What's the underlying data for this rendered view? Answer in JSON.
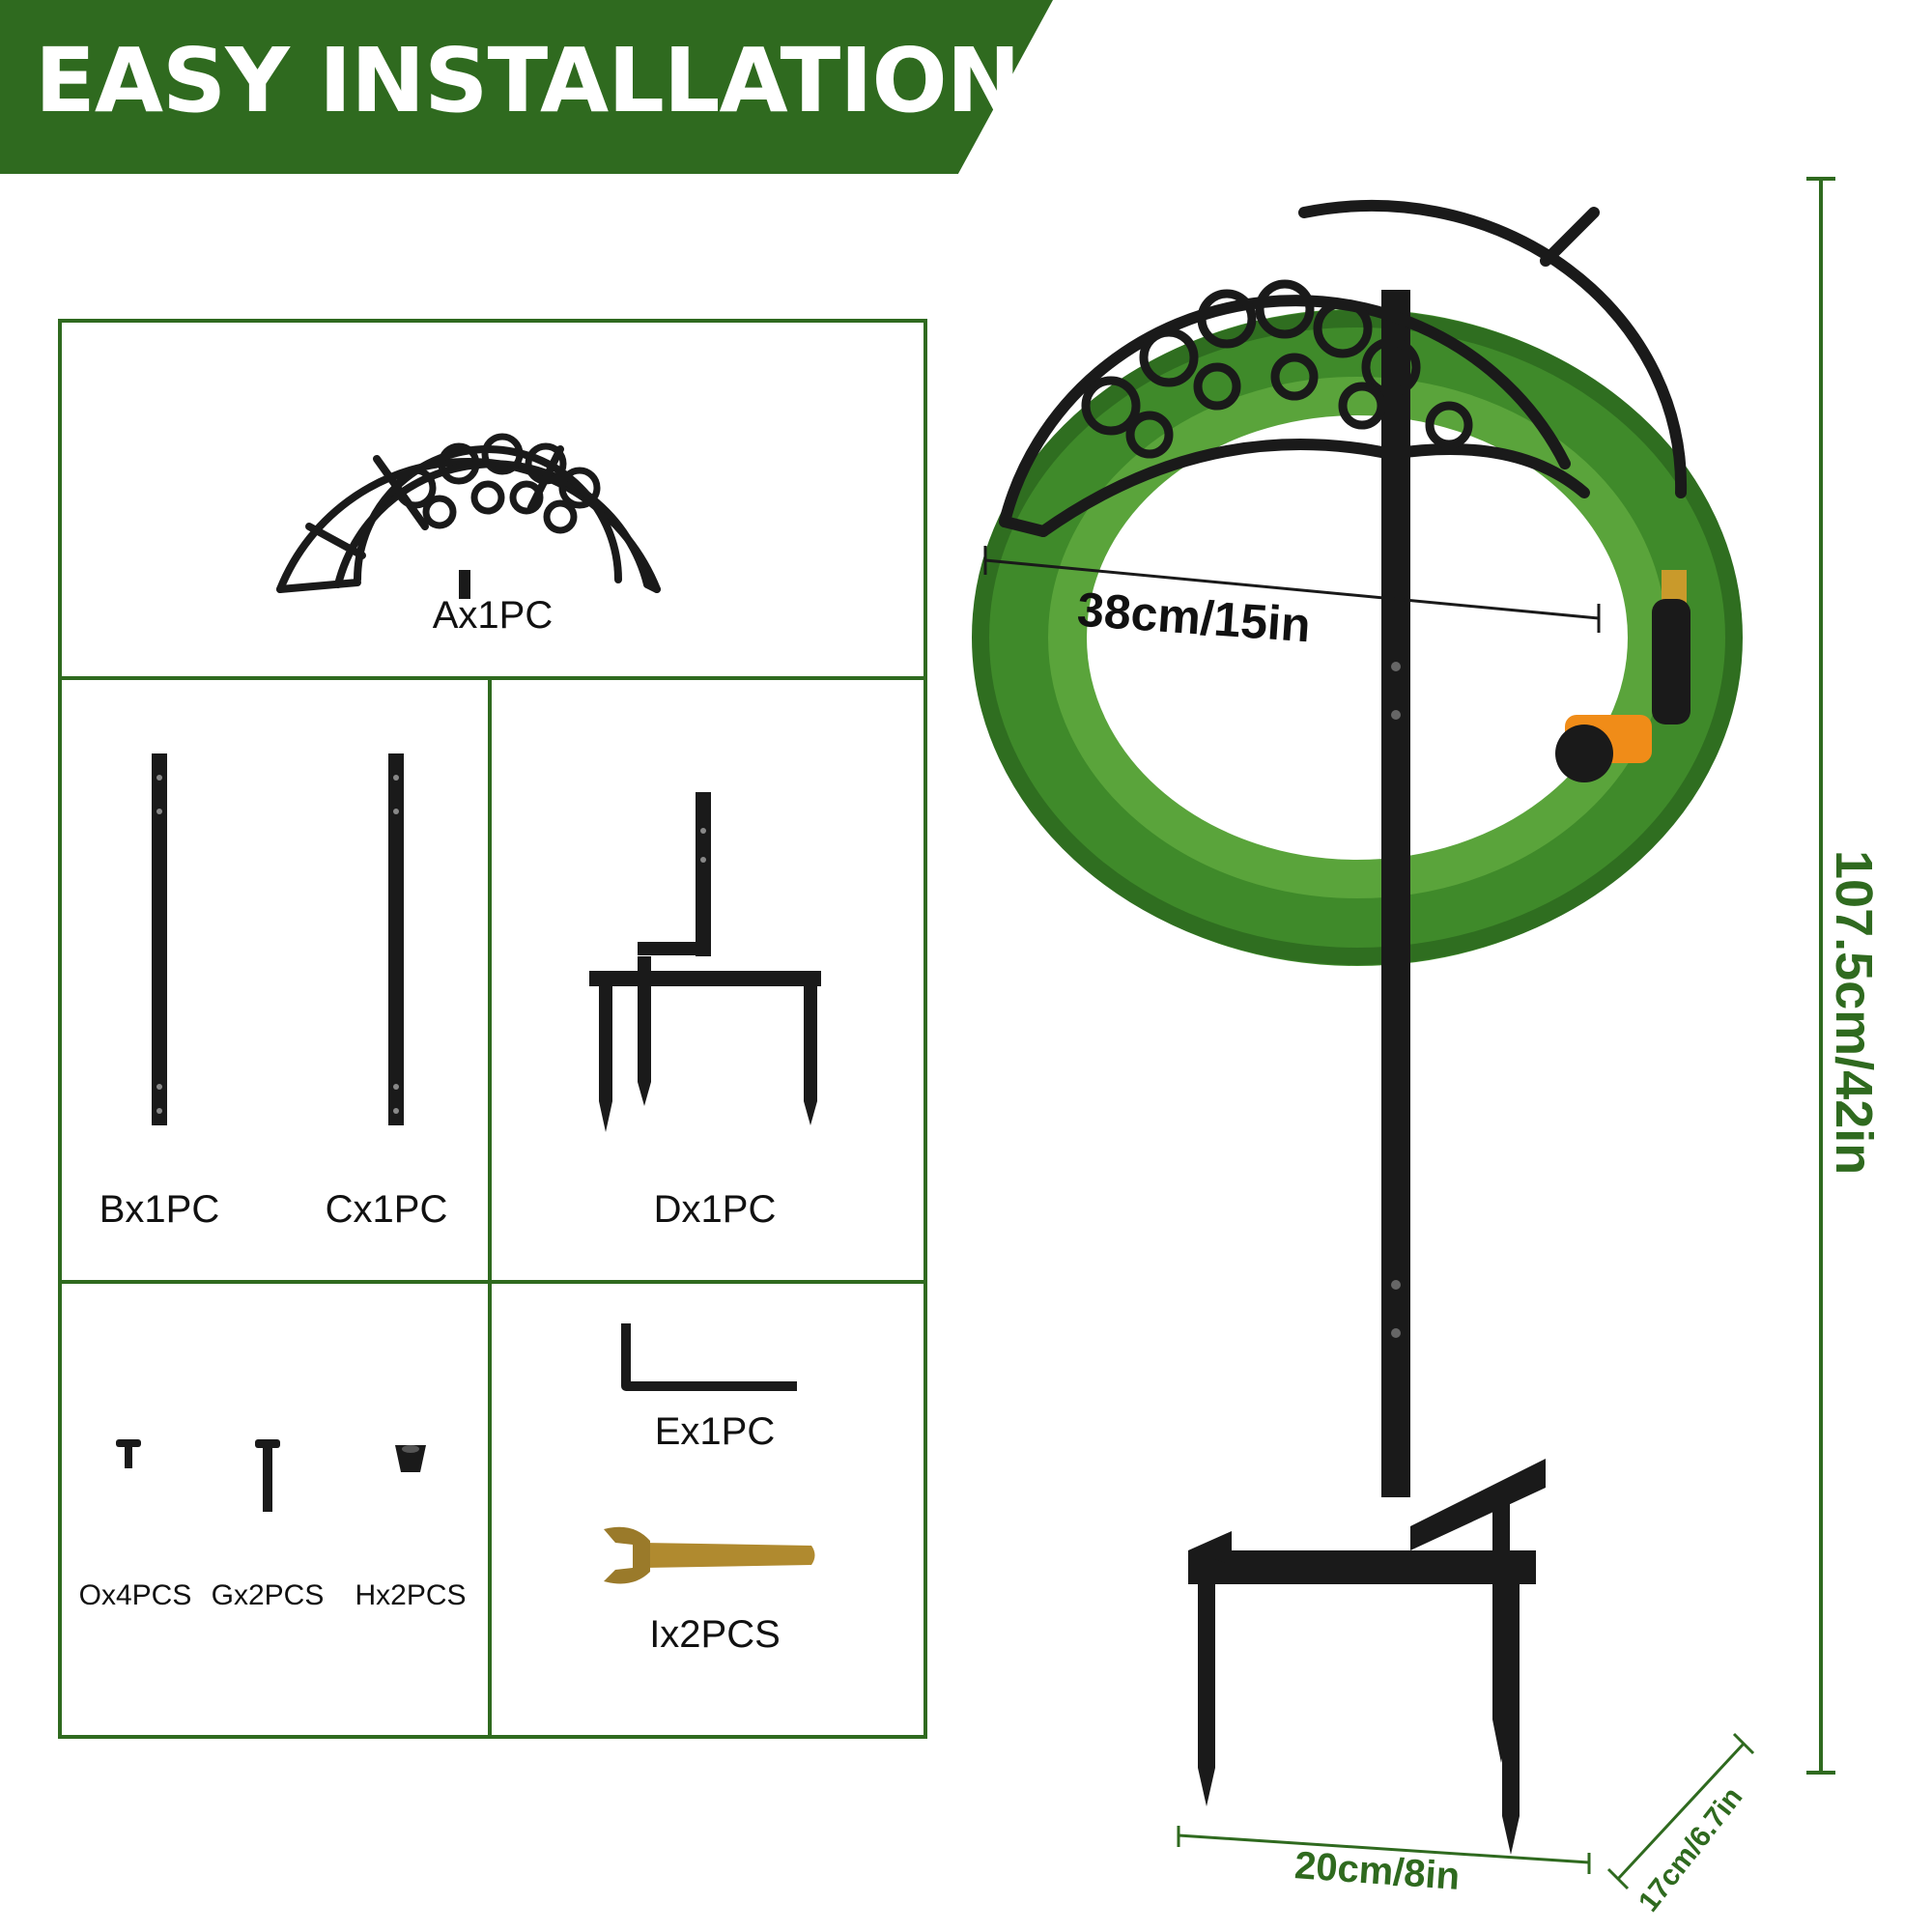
{
  "header": {
    "title": "EASY INSTALLATION"
  },
  "parts": {
    "a": "Ax1PC",
    "b": "Bx1PC",
    "c": "Cx1PC",
    "d": "Dx1PC",
    "e": "Ex1PC",
    "o": "Ox4PCS",
    "g": "Gx2PCS",
    "h": "Hx2PCS",
    "i": "Ix2PCS"
  },
  "dimensions": {
    "width": "38cm/15in",
    "height": "107.5cm/42in",
    "base_width": "20cm/8in",
    "base_depth": "17cm/6.7in"
  },
  "colors": {
    "brand_green": "#2f6a1f",
    "hose_green": "#3f8a2a",
    "metal": "#1a1a1a"
  }
}
